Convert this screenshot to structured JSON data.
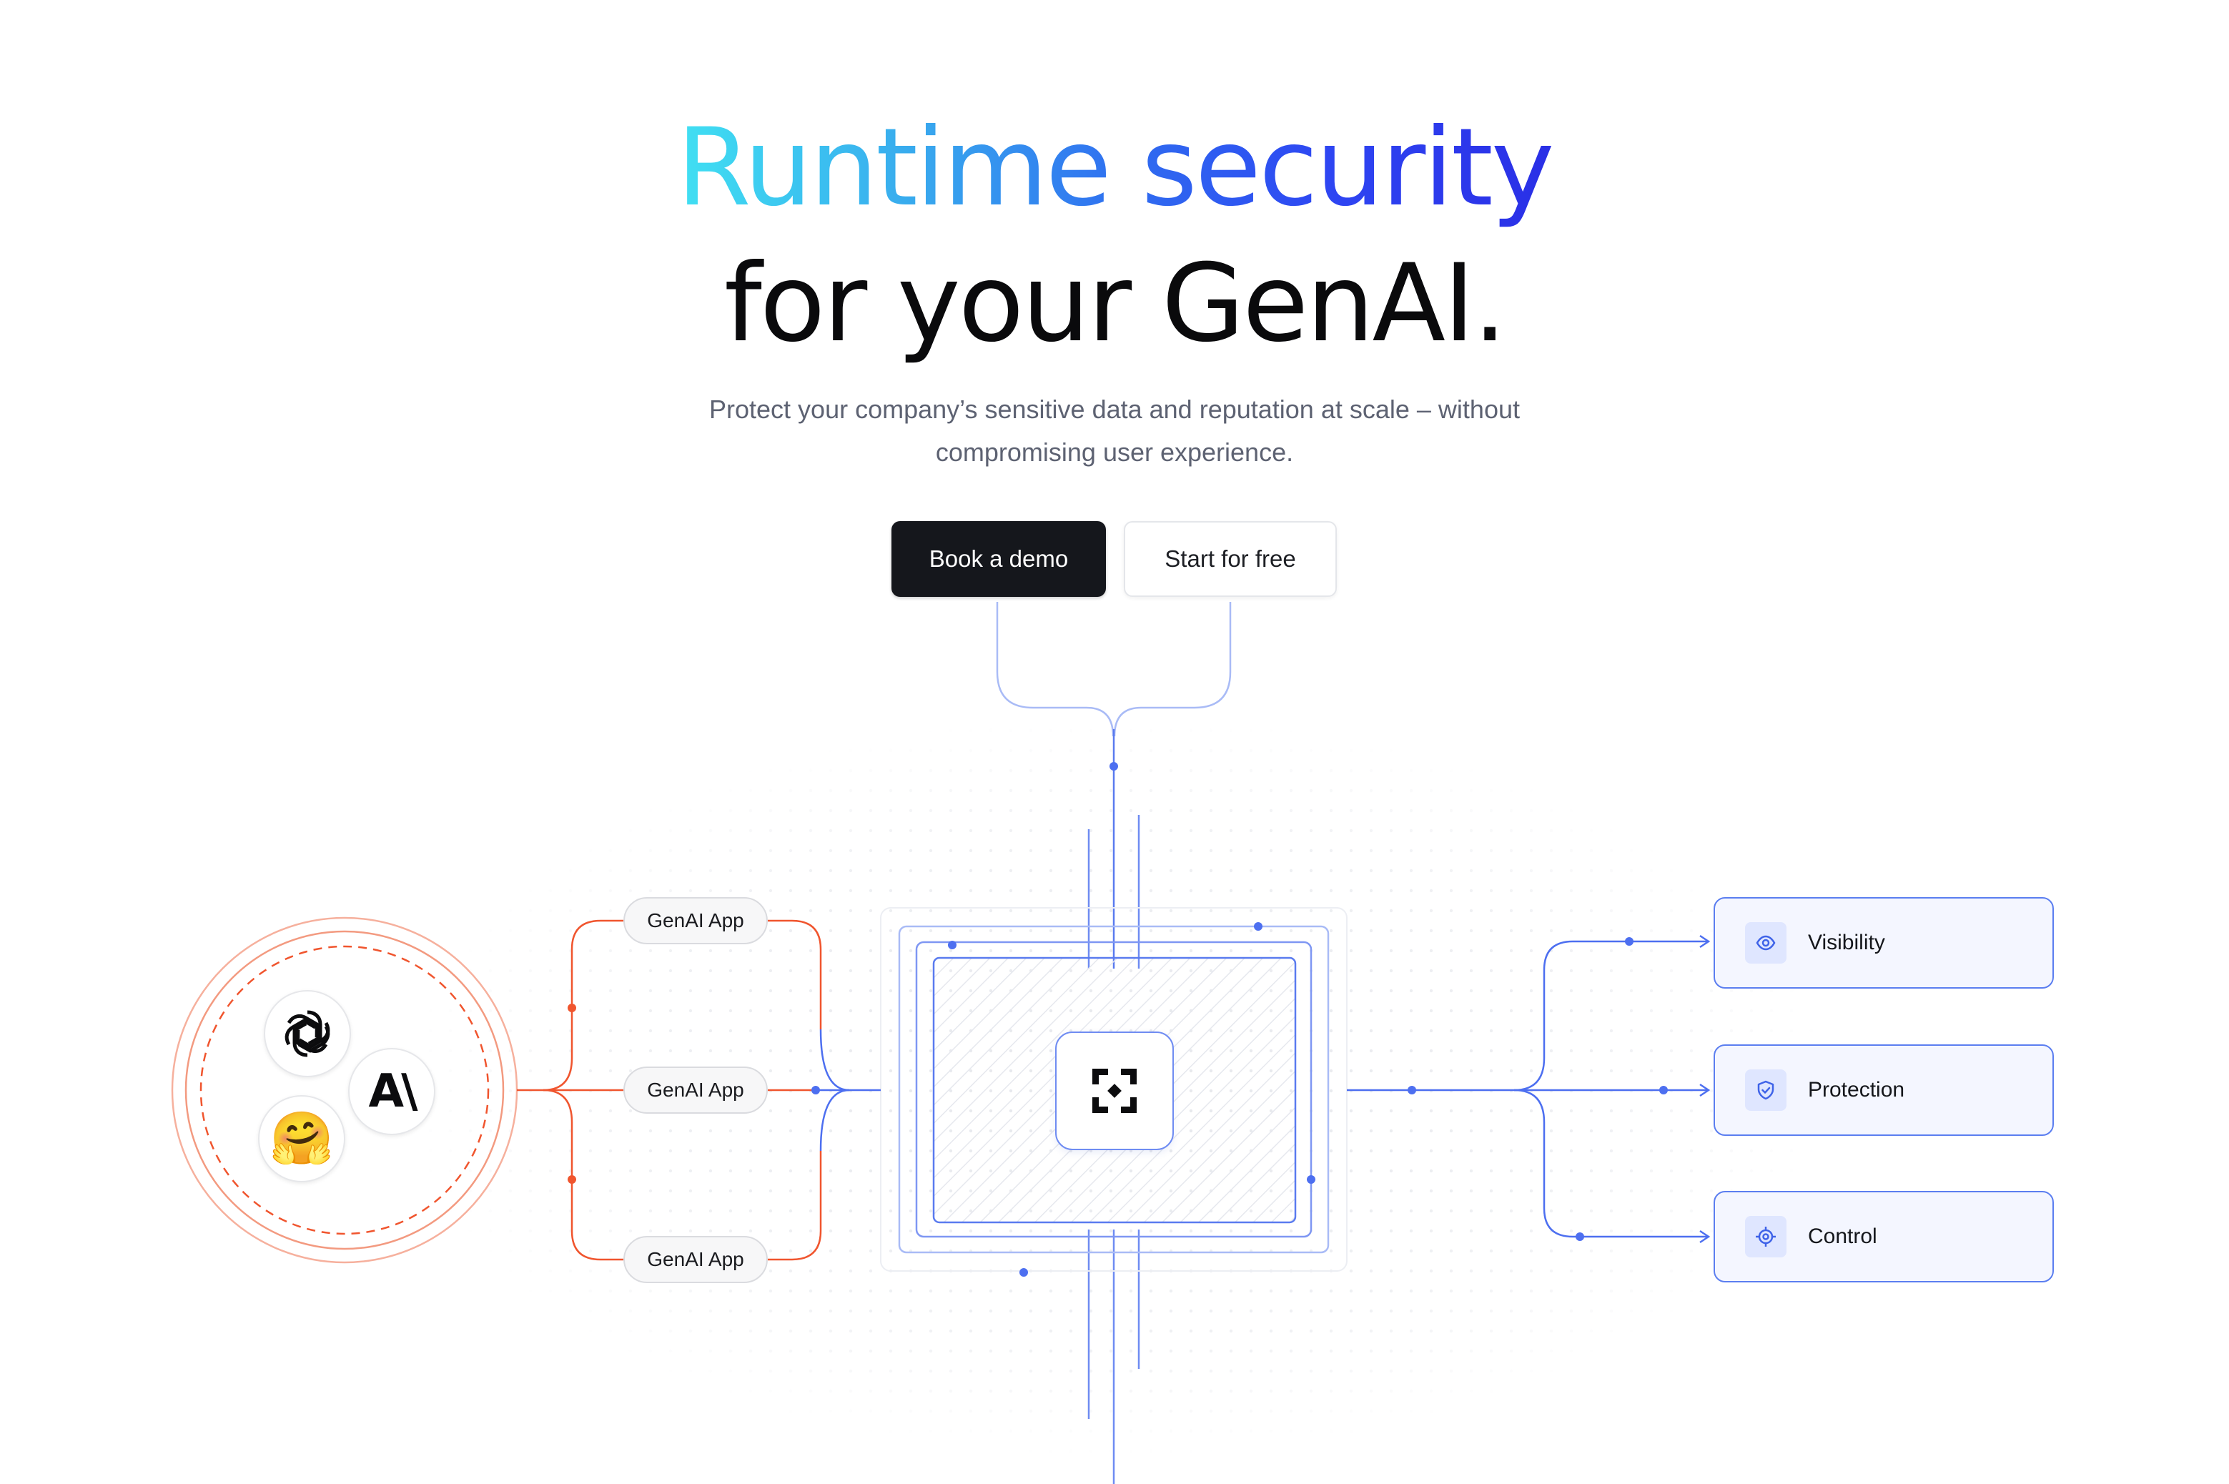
{
  "hero": {
    "headline_word1": "Runtime",
    "headline_word2": "security",
    "headline_line2": "for your GenAI.",
    "subtitle": "Protect your company’s sensitive data and reputation at scale – without compromising user experience."
  },
  "actions": {
    "demo_label": "Book a demo",
    "free_label": "Start for free"
  },
  "providers": [
    {
      "icon": "openai-logo-icon"
    },
    {
      "icon": "anthropic-logo-icon",
      "text": "A\\"
    },
    {
      "icon": "hugging-face-emoji-icon",
      "text": "🤗"
    }
  ],
  "apps": [
    {
      "label": "GenAI App"
    },
    {
      "label": "GenAI App"
    },
    {
      "label": "GenAI App"
    }
  ],
  "core": {
    "icon": "scan-focus-icon"
  },
  "features": [
    {
      "label": "Visibility",
      "icon": "eye-icon"
    },
    {
      "label": "Protection",
      "icon": "shield-check-icon"
    },
    {
      "label": "Control",
      "icon": "target-icon"
    }
  ],
  "colors": {
    "gradient_start": "#40e0f2",
    "gradient_end": "#2a2fe6",
    "primary_button": "#15171c",
    "accent_blue": "#4d6ff0",
    "accent_orange": "#f0552e"
  }
}
